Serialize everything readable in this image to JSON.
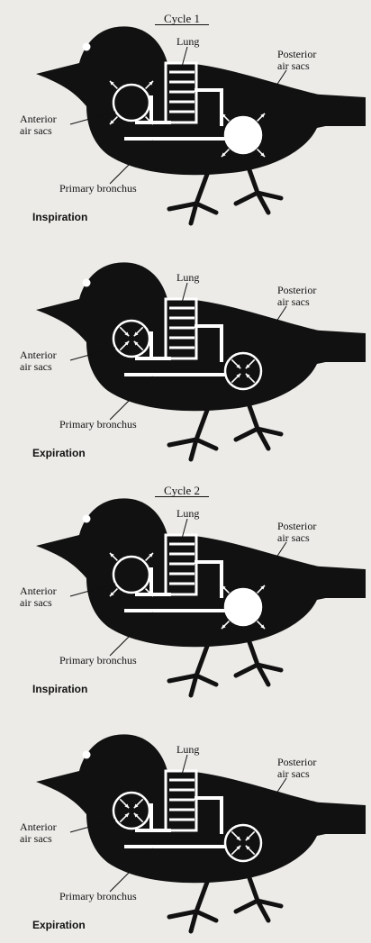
{
  "panels": [
    {
      "cycle": "Cycle 1",
      "lung": "Lung",
      "posterior_line1": "Posterior",
      "posterior_line2": "air sacs",
      "anterior_line1": "Anterior",
      "anterior_line2": "air sacs",
      "bronchus": "Primary bronchus",
      "phase": "Inspiration",
      "anterior_state": "inflating",
      "posterior_state": "inflating"
    },
    {
      "cycle": "",
      "lung": "Lung",
      "posterior_line1": "Posterior",
      "posterior_line2": "air sacs",
      "anterior_line1": "Anterior",
      "anterior_line2": "air sacs",
      "bronchus": "Primary bronchus",
      "phase": "Expiration",
      "anterior_state": "deflating",
      "posterior_state": "deflating"
    },
    {
      "cycle": "Cycle 2",
      "lung": "Lung",
      "posterior_line1": "Posterior",
      "posterior_line2": "air sacs",
      "anterior_line1": "Anterior",
      "anterior_line2": "air sacs",
      "bronchus": "Primary bronchus",
      "phase": "Inspiration",
      "anterior_state": "inflating",
      "posterior_state": "inflating"
    },
    {
      "cycle": "",
      "lung": "Lung",
      "posterior_line1": "Posterior",
      "posterior_line2": "air sacs",
      "anterior_line1": "Anterior",
      "anterior_line2": "air sacs",
      "bronchus": "Primary bronchus",
      "phase": "Expiration",
      "anterior_state": "deflating",
      "posterior_state": "deflating"
    }
  ],
  "colors": {
    "bird": "#111111",
    "background": "#ecebe8",
    "airway": "#ffffff"
  }
}
